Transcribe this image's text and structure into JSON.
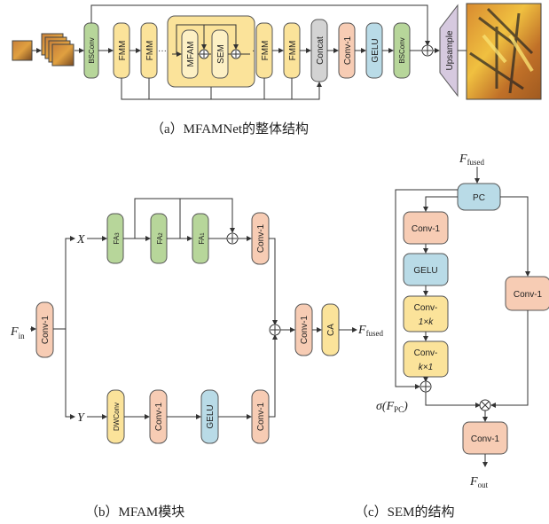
{
  "panel_a": {
    "caption": "（a）MFAMNet的整体结构",
    "bsconv_first": "BSConv",
    "fmm": "FMM",
    "mfam": "MFAM",
    "sem": "SEM",
    "concat": "Concat",
    "conv1": "Conv-1",
    "gelu": "GELU",
    "bsconv_last": "BSConv",
    "upsample": "Upsample",
    "dots": "·······"
  },
  "panel_b": {
    "caption": "（b）MFAM模块",
    "fin": "F",
    "fin_sub": "in",
    "conv1": "Conv-1",
    "x": "X",
    "y": "Y",
    "fa3": "FA",
    "fa3_sub": "3",
    "fa2": "FA",
    "fa2_sub": "2",
    "fa1": "FA",
    "fa1_sub": "1",
    "dwconv": "DWConv",
    "gelu": "GELU",
    "ca": "CA",
    "fused": "F",
    "fused_sub": "fused"
  },
  "panel_c": {
    "caption": "（c）SEM的结构",
    "top": "F",
    "top_sub": "fused",
    "pc": "PC",
    "conv1": "Conv-1",
    "gelu": "GELU",
    "conv_1k_a": "Conv-",
    "conv_1k_b": "1×k",
    "conv_k1_a": "Conv-",
    "conv_k1_b": "k×1",
    "sigma": "σ(F",
    "sigma_sub": "PC",
    "sigma_end": ")",
    "out": "F",
    "out_sub": "out"
  },
  "colors": {
    "green": "#b7d69a",
    "yellow": "#fbe39a",
    "peach": "#f7ccb4",
    "blue": "#b9dbe7",
    "gray": "#d3d3d3",
    "purple": "#d6c9df"
  }
}
